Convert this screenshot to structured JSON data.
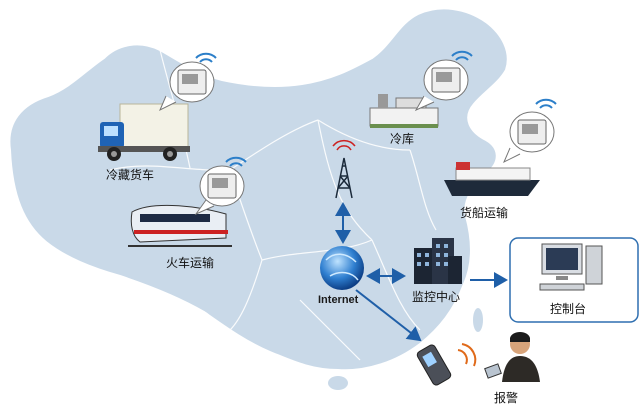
{
  "labels": {
    "refrigerated_truck": "冷藏货车",
    "train_transport": "火车运输",
    "cold_storage": "冷库",
    "ship_transport": "货船运输",
    "internet": "Internet",
    "monitoring_center": "监控中心",
    "console": "控制台",
    "alarm": "报警"
  },
  "colors": {
    "map_fill": "#c9d9e8",
    "map_border": "#ffffff",
    "arrow": "#1f5fa8",
    "sensor_callout": "#ffffff",
    "wifi": "#2c7fc9"
  }
}
